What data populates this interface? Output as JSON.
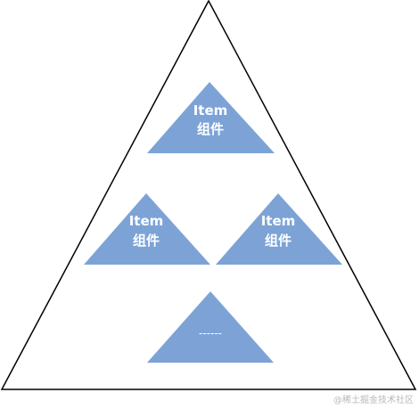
{
  "diagram": {
    "container_stroke": "#000000",
    "item_fill": "#7da3d6",
    "label_color": "#ffffff",
    "items": [
      {
        "line1": "Item",
        "line2": "组件"
      },
      {
        "line1": "Item",
        "line2": "组件"
      },
      {
        "line1": "Item",
        "line2": "组件"
      },
      {
        "line1": "------",
        "line2": ""
      }
    ]
  },
  "watermark": "@稀土掘金技术社区"
}
